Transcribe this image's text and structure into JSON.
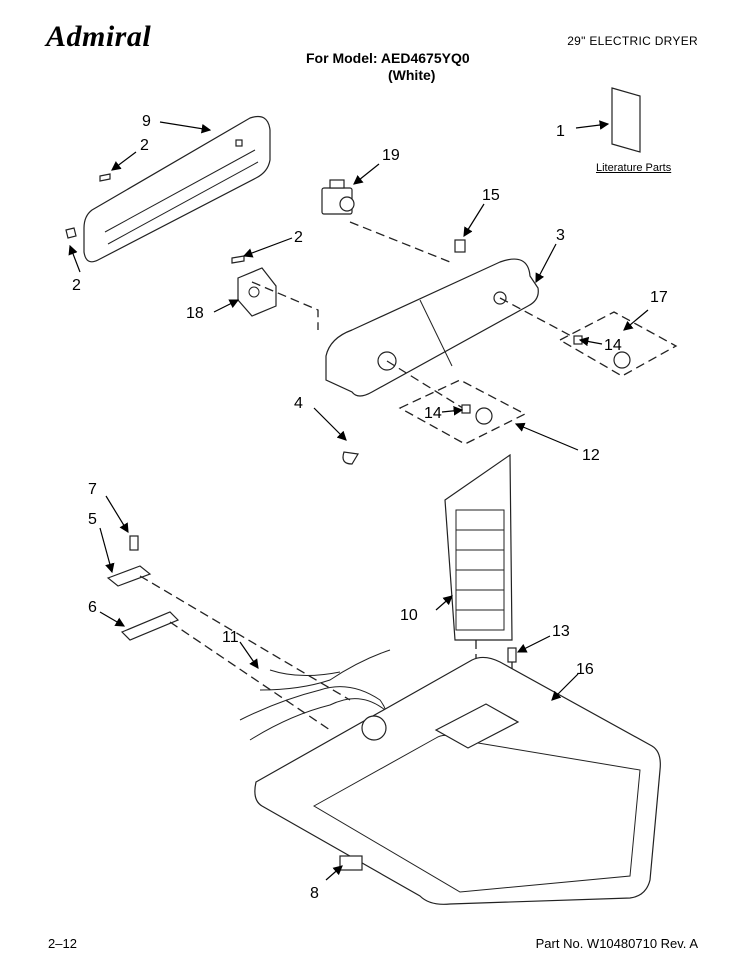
{
  "header": {
    "brand": "Admiral",
    "product": "29\" ELECTRIC DRYER",
    "model_line": "For Model: AED4675YQ0",
    "color_line": "(White)"
  },
  "literature_label": "Literature Parts",
  "callouts": [
    "1",
    "2",
    "2",
    "2",
    "3",
    "4",
    "5",
    "6",
    "7",
    "8",
    "9",
    "10",
    "11",
    "12",
    "13",
    "14",
    "14",
    "15",
    "16",
    "17",
    "18",
    "19"
  ],
  "footer": {
    "page": "2–12",
    "part_number": "Part No. W10480710 Rev. A"
  }
}
